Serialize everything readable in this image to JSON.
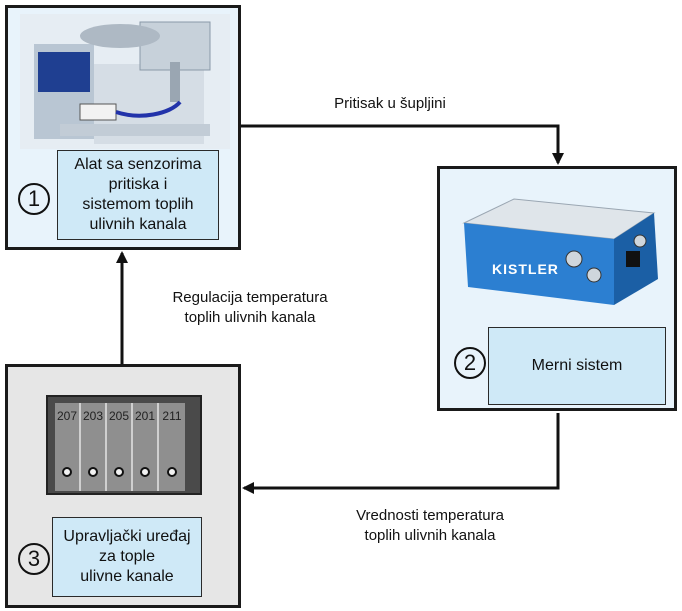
{
  "node1": {
    "number": "1",
    "label": "Alat sa senzorima\npritiska i\nsistemom toplih\nulivnih kanala"
  },
  "node2": {
    "number": "2",
    "label": "Merni sistem",
    "device_logo": "KISTLER"
  },
  "node3": {
    "number": "3",
    "label": "Upravljački uređaj\nza tople\nulivne kanale",
    "slots": [
      "207",
      "203",
      "205",
      "201",
      "211"
    ]
  },
  "edges": {
    "top": "Pritisak u šupljini",
    "left": "Regulacija temperatura\ntoplih ulivnih kanala",
    "bottom": "Vrednosti temperatura\ntoplih ulivnih kanala"
  },
  "colors": {
    "box_fill": "#e8f3fb",
    "label_fill": "#cfe9f7",
    "device_blue": "#2c7fd1"
  }
}
